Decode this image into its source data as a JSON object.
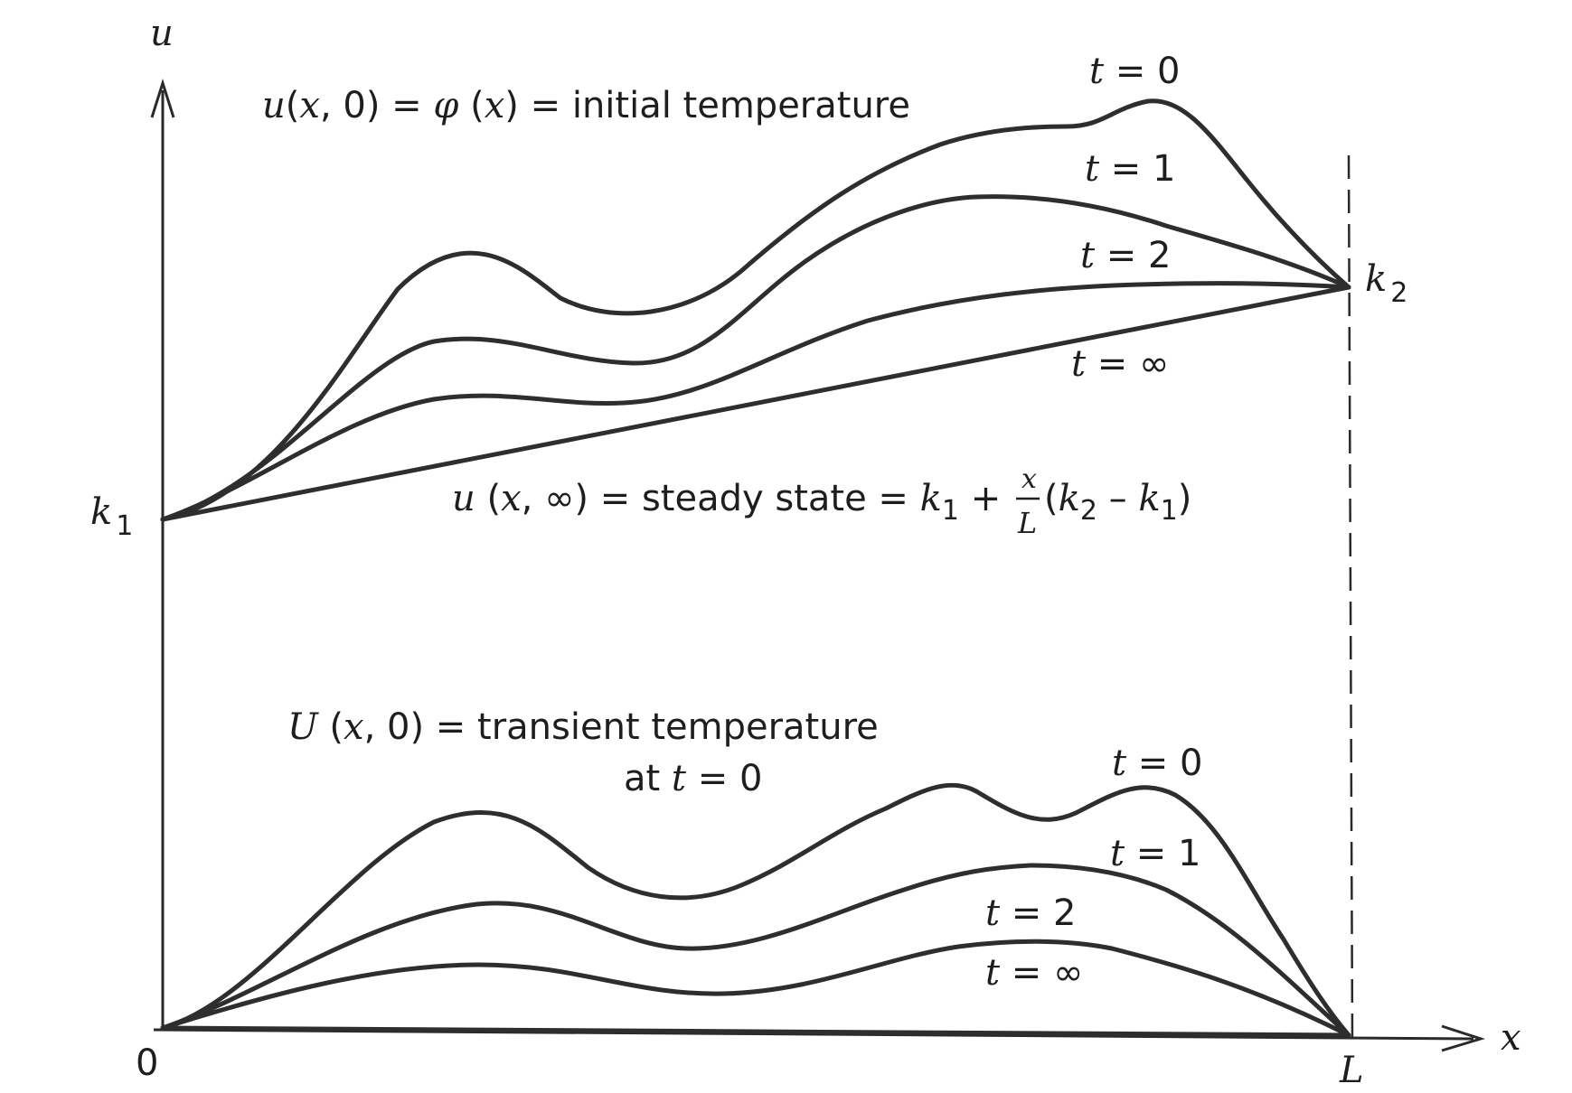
{
  "axes": {
    "y_label": "u",
    "x_label": "x",
    "origin": "0",
    "x_end": "L",
    "k1": "k",
    "k1_sub": "1",
    "k2": "k",
    "k2_sub": "2"
  },
  "top": {
    "initial_label": {
      "u": "u",
      "args1": "(",
      "x": "x",
      "args2": ", 0) = ",
      "phi": "φ",
      "args3": " (",
      "x2": "x",
      "rest": ") = initial temperature"
    },
    "steady_label": {
      "u": "u",
      "p1": " (",
      "x": "x",
      "p2": ", ∞) = steady state = ",
      "k": "k",
      "sub1": "1",
      "plus": " + ",
      "frac_num": "x",
      "frac_den": "L",
      "paren_open": " (",
      "k2": "k",
      "sub2": "2",
      "minus": " – ",
      "k1": "k",
      "sub3": "1",
      "paren_close": ")"
    },
    "curve_labels": [
      {
        "t": "t",
        "value": " = 0"
      },
      {
        "t": "t",
        "value": " = 1"
      },
      {
        "t": "t",
        "value": " = 2"
      },
      {
        "t": "t",
        "value": " = ∞"
      }
    ]
  },
  "bottom": {
    "transient_label": {
      "U": "U",
      "p1": " (",
      "x": "x",
      "p2": ", 0) = transient temperature",
      "line2a": "at ",
      "t": "t",
      "line2b": " = 0"
    },
    "curve_labels": [
      {
        "t": "t",
        "value": " = 0"
      },
      {
        "t": "t",
        "value": " = 1"
      },
      {
        "t": "t",
        "value": " = 2"
      },
      {
        "t": "t",
        "value": " = ∞"
      }
    ]
  }
}
